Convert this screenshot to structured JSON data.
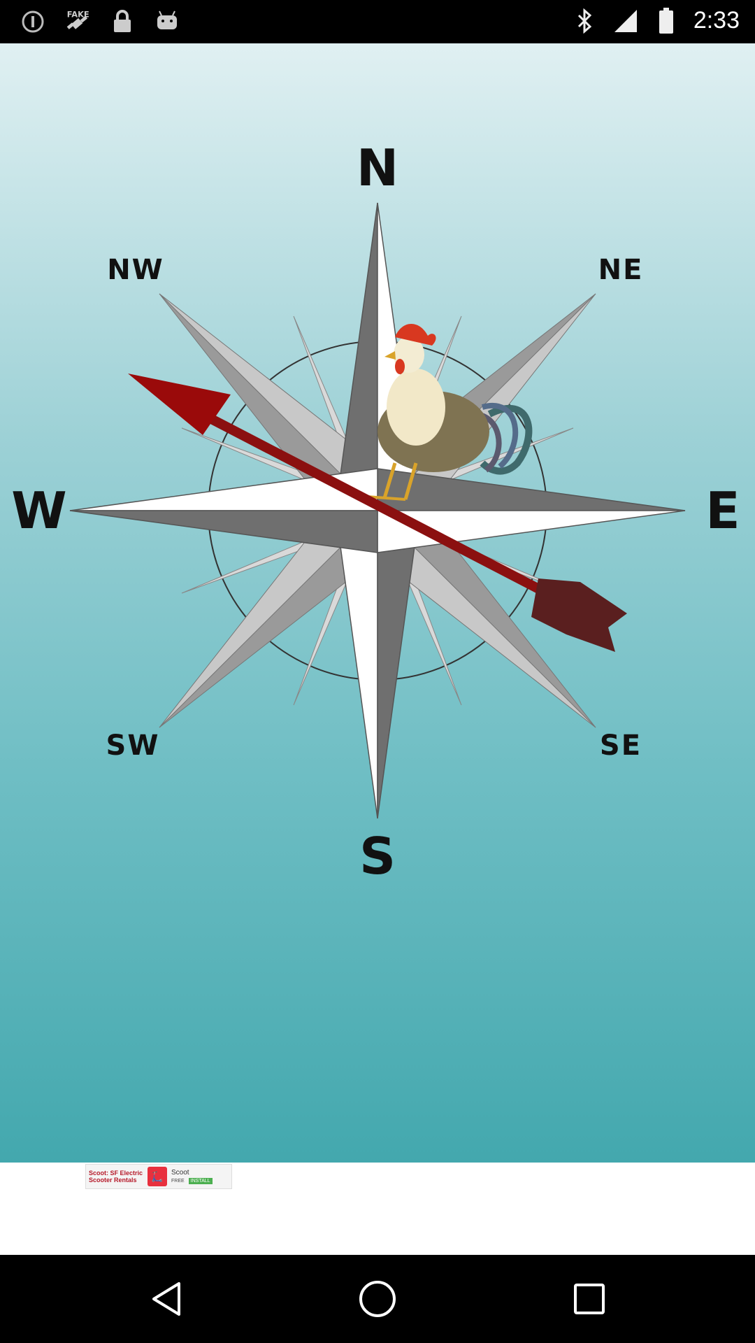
{
  "status_bar": {
    "time": "2:33",
    "left_icons": [
      "alert-circle-icon",
      "fake-gps-icon",
      "lock-icon",
      "android-icon"
    ],
    "right_icons": [
      "bluetooth-icon",
      "signal-icon",
      "battery-icon"
    ]
  },
  "compass": {
    "labels": {
      "n": "N",
      "ne": "NE",
      "e": "E",
      "se": "SE",
      "s": "S",
      "sw": "SW",
      "w": "W",
      "nw": "NW"
    },
    "arrow_color": "#8b1010",
    "rose_dark": "#6f6f6f",
    "rose_light": "#ffffff"
  },
  "ad": {
    "title": "Scoot: SF Electric Scooter Rentals",
    "app_name": "Scoot",
    "price": "FREE",
    "install_label": "INSTALL"
  },
  "nav_bar": {
    "buttons": [
      "back-icon",
      "home-icon",
      "recents-icon"
    ]
  }
}
